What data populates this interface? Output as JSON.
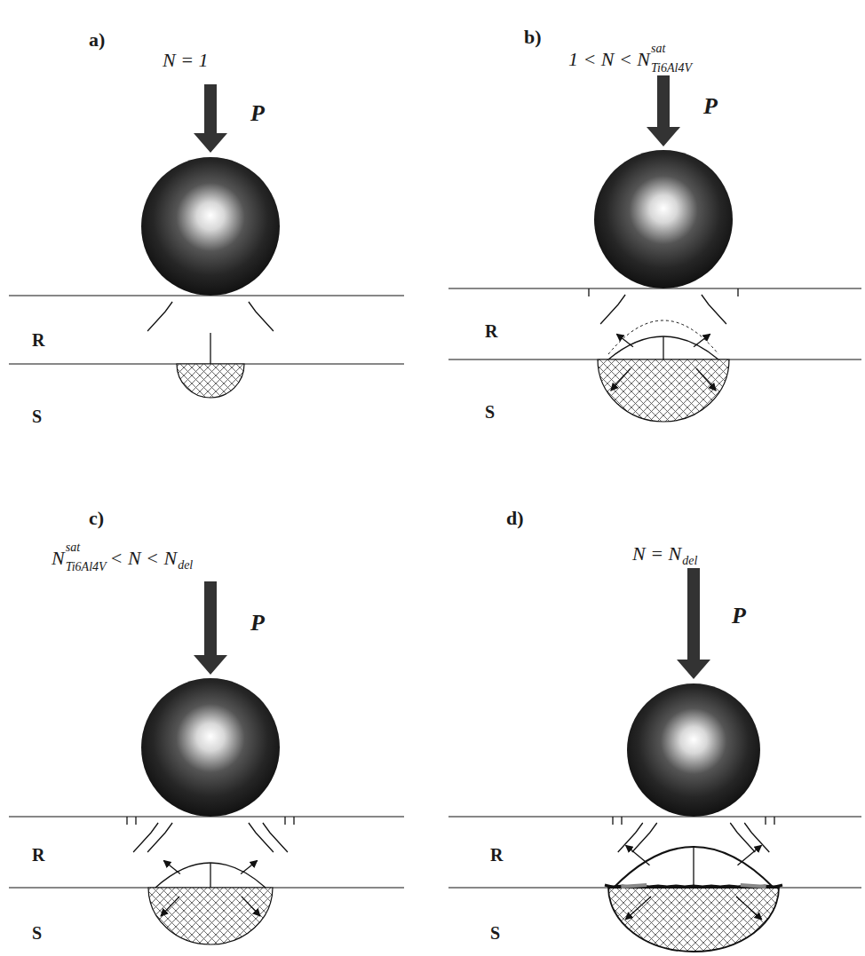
{
  "diagram": {
    "labels": [
      "a)",
      "N = 1",
      "P",
      "R",
      "S",
      "b)",
      "1 < N < N",
      "sat",
      "Ti6Al4V",
      "P",
      "R",
      "S",
      "c)",
      "N",
      "sat",
      "Ti6Al4V",
      "< N < N",
      "del",
      "P",
      "R",
      "S",
      "d)",
      "N = N",
      "del",
      "P",
      "R",
      "S"
    ]
  }
}
